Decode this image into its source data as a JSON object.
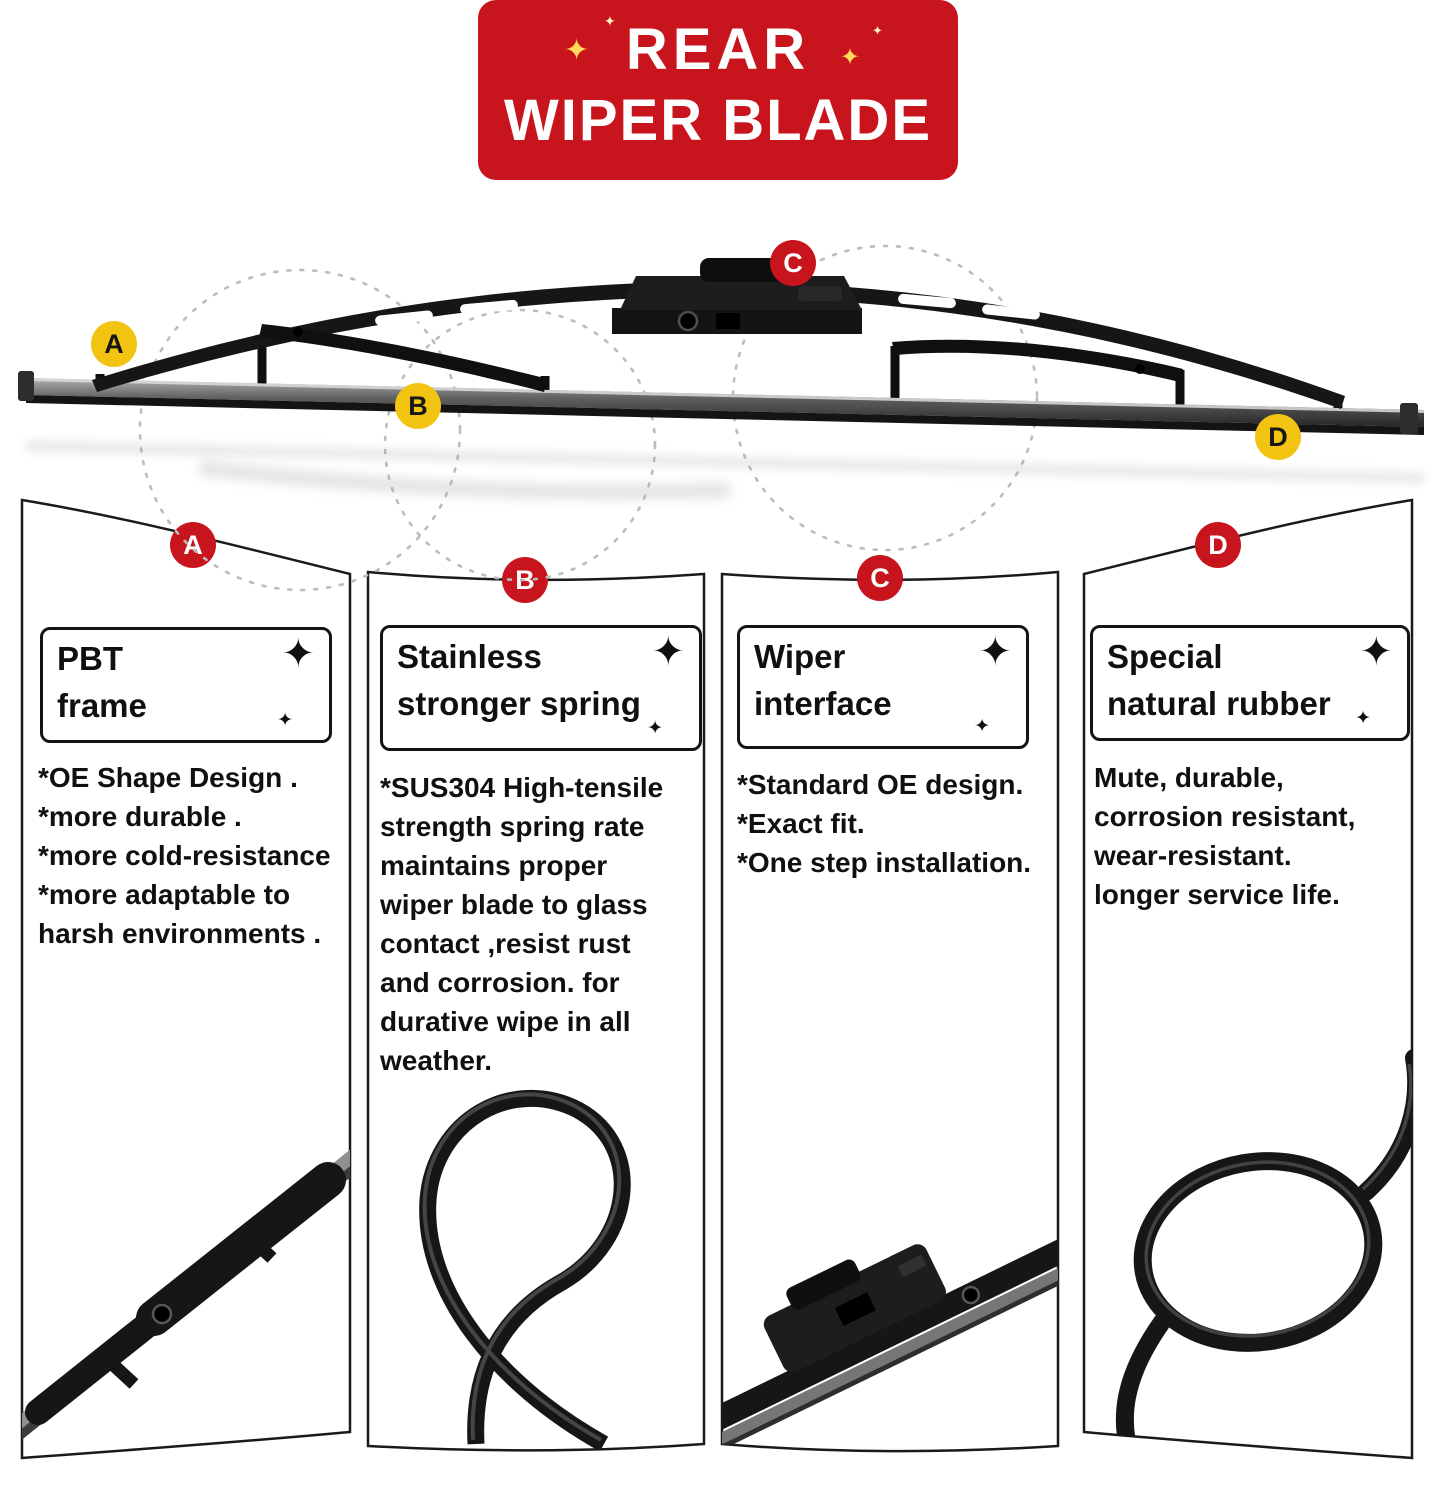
{
  "banner": {
    "line1": "REAR",
    "line2": "WIPER BLADE",
    "bg_color": "#c8141c",
    "text_color": "#ffffff"
  },
  "icons": {
    "sparkle": "✦"
  },
  "colors": {
    "red": "#c8141c",
    "yellow": "#f3c312",
    "black": "#161616"
  },
  "blade_callouts": [
    {
      "label": "A",
      "color": "#f3c312"
    },
    {
      "label": "B",
      "color": "#f3c312"
    },
    {
      "label": "C",
      "color": "#c8141c"
    },
    {
      "label": "D",
      "color": "#f3c312"
    }
  ],
  "panels": [
    {
      "label": "A",
      "badge_color": "#c8141c",
      "title": "PBT\nframe",
      "body": "*OE Shape Design .\n*more durable .\n*more cold-resistance\n*more adaptable to\nharsh environments .",
      "photo": "wiper-frame-tip"
    },
    {
      "label": "B",
      "badge_color": "#c8141c",
      "title": "Stainless\nstronger spring",
      "body": "*SUS304 High-tensile\nstrength spring rate\nmaintains proper\nwiper blade to glass\ncontact ,resist rust\nand corrosion. for\ndurative wipe in all\nweather.",
      "photo": "stainless-spring-loop"
    },
    {
      "label": "C",
      "badge_color": "#c8141c",
      "title": "Wiper\ninterface",
      "body": "*Standard OE design.\n*Exact fit.\n*One step installation.",
      "photo": "wiper-interface-adapter"
    },
    {
      "label": "D",
      "badge_color": "#c8141c",
      "title": "Special\nnatural rubber",
      "body": "Mute, durable,\ncorrosion resistant,\nwear-resistant.\nlonger service life.",
      "photo": "natural-rubber-coil"
    }
  ]
}
